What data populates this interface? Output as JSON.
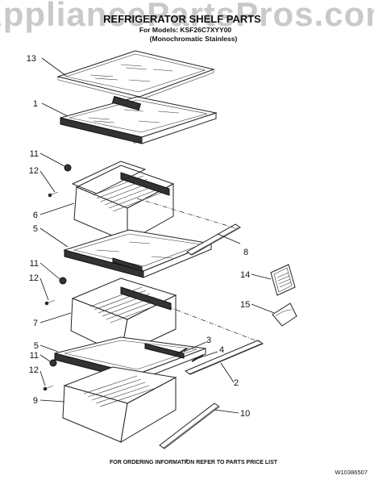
{
  "watermark": "AppliancePartsPros.com",
  "header": {
    "title": "REFRIGERATOR SHELF PARTS",
    "models_line": "For Models: KSF26C7XYY00",
    "finish_line": "(Monochromatic Stainless)"
  },
  "callouts": {
    "c13": "13",
    "c1": "1",
    "c11a": "11",
    "c12a": "12",
    "c6": "6",
    "c5a": "5",
    "c8": "8",
    "c11b": "11",
    "c12b": "12",
    "c14": "14",
    "c15": "15",
    "c7": "7",
    "c3": "3",
    "c4": "4",
    "c5b": "5",
    "c11c": "11",
    "c12c": "12",
    "c2": "2",
    "c9": "9",
    "c10": "10"
  },
  "footer": {
    "page_number": "4",
    "ordering_note": "FOR ORDERING INFORMATION REFER TO PARTS PRICE LIST",
    "doc_number": "W10386507"
  }
}
